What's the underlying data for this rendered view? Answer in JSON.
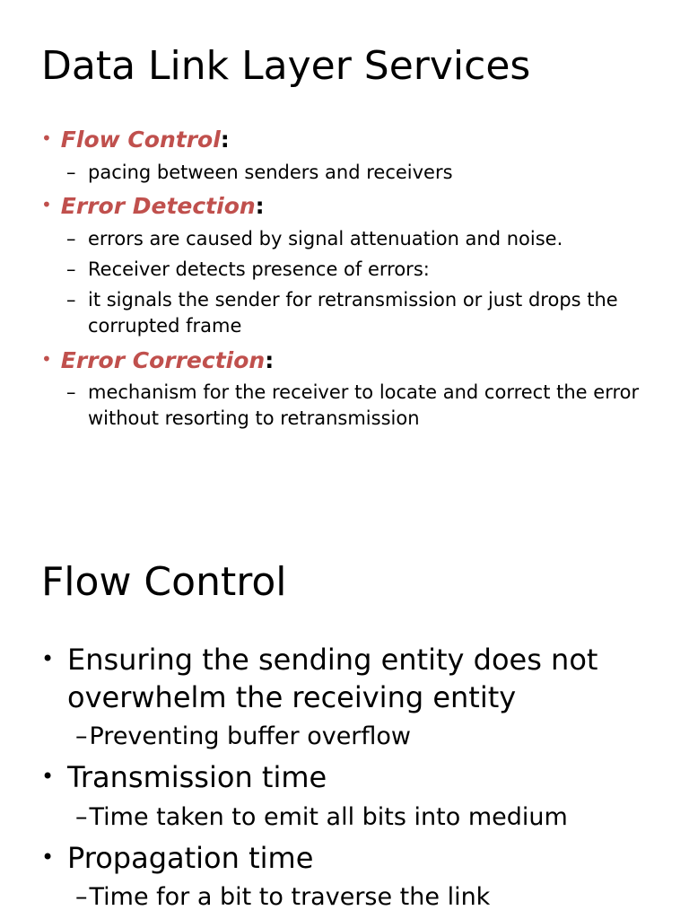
{
  "slide1": {
    "title": "Data Link Layer Services",
    "bullets": [
      {
        "marker": "•",
        "term": "Flow Control",
        "colon": ":",
        "subs": [
          {
            "marker": "–",
            "text": "pacing between senders and receivers"
          }
        ]
      },
      {
        "marker": "•",
        "term": "Error Detection",
        "colon": ":",
        "subs": [
          {
            "marker": "–",
            "text": "errors are caused by signal attenuation and noise."
          },
          {
            "marker": "–",
            "text": "Receiver detects presence of errors:"
          },
          {
            "marker": "–",
            "text": "it signals the sender for retransmission or just drops the corrupted frame"
          }
        ]
      },
      {
        "marker": "•",
        "term": "Error Correction",
        "colon": ":",
        "subs": [
          {
            "marker": "–",
            "text": "mechanism for the receiver to locate and correct the error without resorting to retransmission"
          }
        ]
      }
    ]
  },
  "slide2": {
    "title": "Flow Control",
    "bullets": [
      {
        "marker": "•",
        "text": "Ensuring the sending entity does not overwhelm the receiving entity",
        "subs": [
          {
            "marker": "–",
            "text": "Preventing buffer overflow"
          }
        ]
      },
      {
        "marker": "•",
        "text": "Transmission time",
        "subs": [
          {
            "marker": "–",
            "text": "Time taken to emit all bits into medium"
          }
        ]
      },
      {
        "marker": "•",
        "text": "Propagation time",
        "subs": [
          {
            "marker": "–",
            "text": "Time for a bit to traverse the link"
          }
        ]
      }
    ]
  },
  "colors": {
    "accent": "#c0504d",
    "text": "#000000",
    "background": "#ffffff"
  }
}
